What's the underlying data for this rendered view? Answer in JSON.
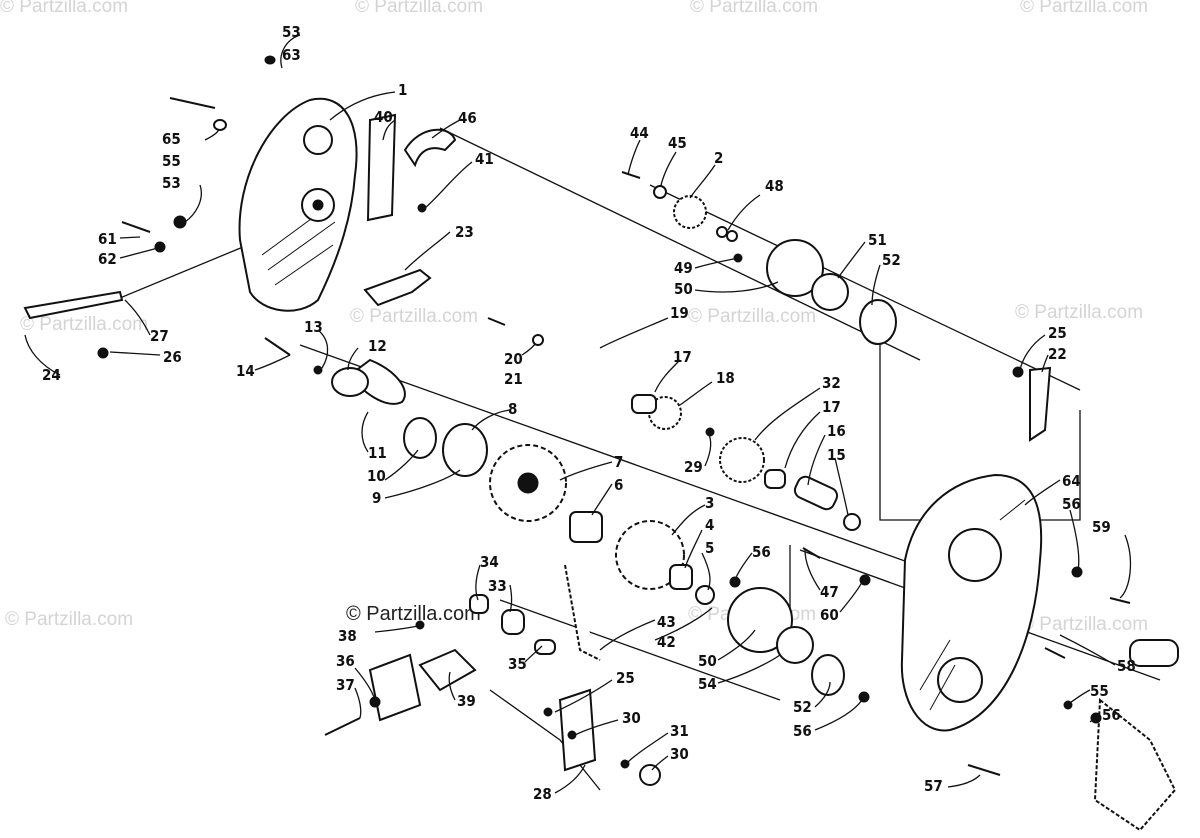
{
  "watermarks": {
    "corner": "© Partzilla.com",
    "center": "© Partzilla.com"
  },
  "callouts": [
    {
      "id": "c53a",
      "label": "53"
    },
    {
      "id": "c63",
      "label": "63"
    },
    {
      "id": "c1",
      "label": "1"
    },
    {
      "id": "c40",
      "label": "40"
    },
    {
      "id": "c46",
      "label": "46"
    },
    {
      "id": "c41",
      "label": "41"
    },
    {
      "id": "c65",
      "label": "65"
    },
    {
      "id": "c55a",
      "label": "55"
    },
    {
      "id": "c53b",
      "label": "53"
    },
    {
      "id": "c61",
      "label": "61"
    },
    {
      "id": "c62",
      "label": "62"
    },
    {
      "id": "c23",
      "label": "23"
    },
    {
      "id": "c27",
      "label": "27"
    },
    {
      "id": "c26",
      "label": "26"
    },
    {
      "id": "c24",
      "label": "24"
    },
    {
      "id": "c13",
      "label": "13"
    },
    {
      "id": "c12",
      "label": "12"
    },
    {
      "id": "c14",
      "label": "14"
    },
    {
      "id": "c11",
      "label": "11"
    },
    {
      "id": "c10",
      "label": "10"
    },
    {
      "id": "c9",
      "label": "9"
    },
    {
      "id": "c8",
      "label": "8"
    },
    {
      "id": "c7",
      "label": "7"
    },
    {
      "id": "c6",
      "label": "6"
    },
    {
      "id": "c44",
      "label": "44"
    },
    {
      "id": "c45",
      "label": "45"
    },
    {
      "id": "c2",
      "label": "2"
    },
    {
      "id": "c48",
      "label": "48"
    },
    {
      "id": "c49",
      "label": "49"
    },
    {
      "id": "c50a",
      "label": "50"
    },
    {
      "id": "c51",
      "label": "51"
    },
    {
      "id": "c52a",
      "label": "52"
    },
    {
      "id": "c19",
      "label": "19"
    },
    {
      "id": "c20",
      "label": "20"
    },
    {
      "id": "c21",
      "label": "21"
    },
    {
      "id": "c17a",
      "label": "17"
    },
    {
      "id": "c18",
      "label": "18"
    },
    {
      "id": "c29",
      "label": "29"
    },
    {
      "id": "c32",
      "label": "32"
    },
    {
      "id": "c17b",
      "label": "17"
    },
    {
      "id": "c16",
      "label": "16"
    },
    {
      "id": "c15",
      "label": "15"
    },
    {
      "id": "c25a",
      "label": "25"
    },
    {
      "id": "c22",
      "label": "22"
    },
    {
      "id": "c64",
      "label": "64"
    },
    {
      "id": "c56a",
      "label": "56"
    },
    {
      "id": "c59",
      "label": "59"
    },
    {
      "id": "c3",
      "label": "3"
    },
    {
      "id": "c4",
      "label": "4"
    },
    {
      "id": "c5",
      "label": "5"
    },
    {
      "id": "c56b",
      "label": "56"
    },
    {
      "id": "c47",
      "label": "47"
    },
    {
      "id": "c60",
      "label": "60"
    },
    {
      "id": "c34",
      "label": "34"
    },
    {
      "id": "c33",
      "label": "33"
    },
    {
      "id": "c38",
      "label": "38"
    },
    {
      "id": "c35",
      "label": "35"
    },
    {
      "id": "c43",
      "label": "43"
    },
    {
      "id": "c42",
      "label": "42"
    },
    {
      "id": "c50b",
      "label": "50"
    },
    {
      "id": "c54",
      "label": "54"
    },
    {
      "id": "c58",
      "label": "58"
    },
    {
      "id": "c36",
      "label": "36"
    },
    {
      "id": "c37",
      "label": "37"
    },
    {
      "id": "c39",
      "label": "39"
    },
    {
      "id": "c25b",
      "label": "25"
    },
    {
      "id": "c30a",
      "label": "30"
    },
    {
      "id": "c31",
      "label": "31"
    },
    {
      "id": "c30b",
      "label": "30"
    },
    {
      "id": "c52b",
      "label": "52"
    },
    {
      "id": "c56c",
      "label": "56"
    },
    {
      "id": "c55b",
      "label": "55"
    },
    {
      "id": "c56d",
      "label": "56"
    },
    {
      "id": "c28",
      "label": "28"
    },
    {
      "id": "c57",
      "label": "57"
    }
  ]
}
